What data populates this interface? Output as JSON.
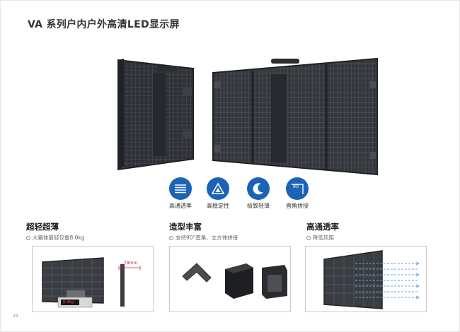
{
  "title": "VA 系列户内户外高清LED显示屏",
  "features": [
    {
      "icon": "lines-icon",
      "label": "高通透率"
    },
    {
      "icon": "triangle-icon",
      "label": "高稳定性"
    },
    {
      "icon": "crescent-icon",
      "label": "极致轻薄"
    },
    {
      "icon": "right-angle-icon",
      "label": "直角拼接",
      "icon_text": "90"
    }
  ],
  "sections": [
    {
      "title": "超轻超薄",
      "subtitle": "大箱体最轻仅重8.0kg",
      "dimension_label": "78mm",
      "scale_reading": "8.0kg"
    },
    {
      "title": "造型丰富",
      "subtitle": "支持90°直角、立方体拼接"
    },
    {
      "title": "高通透率",
      "subtitle": "降低风阻"
    }
  ],
  "page_number": "29",
  "colors": {
    "accent": "#1b63b7",
    "panel": "#3a3d42",
    "dimension": "#d9262b"
  }
}
